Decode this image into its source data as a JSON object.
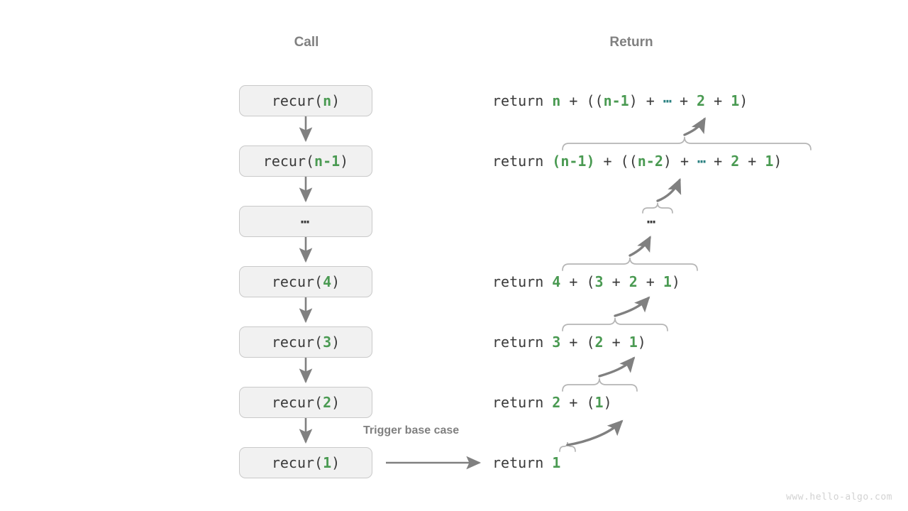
{
  "headers": {
    "call": "Call",
    "return": "Return"
  },
  "call_stack": [
    {
      "name": "call-box-n",
      "prefix": "recur(",
      "arg": "n",
      "suffix": ")",
      "dots": false
    },
    {
      "name": "call-box-n-1",
      "prefix": "recur(",
      "arg": "n-1",
      "suffix": ")",
      "dots": false
    },
    {
      "name": "call-box-ellipsis",
      "prefix": "",
      "arg": "...",
      "suffix": "",
      "dots": true
    },
    {
      "name": "call-box-4",
      "prefix": "recur(",
      "arg": "4",
      "suffix": ")",
      "dots": false
    },
    {
      "name": "call-box-3",
      "prefix": "recur(",
      "arg": "3",
      "suffix": ")",
      "dots": false
    },
    {
      "name": "call-box-2",
      "prefix": "recur(",
      "arg": "2",
      "suffix": ")",
      "dots": false
    },
    {
      "name": "call-box-1",
      "prefix": "recur(",
      "arg": "1",
      "suffix": ")",
      "dots": false
    }
  ],
  "return_lines": [
    {
      "name": "return-line-n",
      "keyword": "return ",
      "expression": "n + ((n-1) + … + 2 + 1)"
    },
    {
      "name": "return-line-n-1",
      "keyword": "return ",
      "expression": "(n-1) + ((n-2) + … + 2 + 1)"
    },
    {
      "name": "return-line-ellipsis",
      "keyword": "",
      "expression": "..."
    },
    {
      "name": "return-line-4",
      "keyword": "return ",
      "expression": "4 + (3 + 2 + 1)"
    },
    {
      "name": "return-line-3",
      "keyword": "return ",
      "expression": "3 + (2 + 1)"
    },
    {
      "name": "return-line-2",
      "keyword": "return ",
      "expression": "2 + (1)"
    },
    {
      "name": "return-line-1",
      "keyword": "return ",
      "expression": "1"
    }
  ],
  "annotation": {
    "trigger_label": "Trigger base case"
  },
  "watermark": "www.hello-algo.com",
  "colors": {
    "accent_green": "#4a9a52",
    "accent_teal": "#2a8080",
    "box_fill": "#f1f1f1",
    "box_border": "#c9c9c9",
    "arrow": "#808080",
    "brace": "#b5b5b5",
    "text": "#3a3a3a",
    "muted": "#808080",
    "watermark": "#d2d2d2"
  }
}
